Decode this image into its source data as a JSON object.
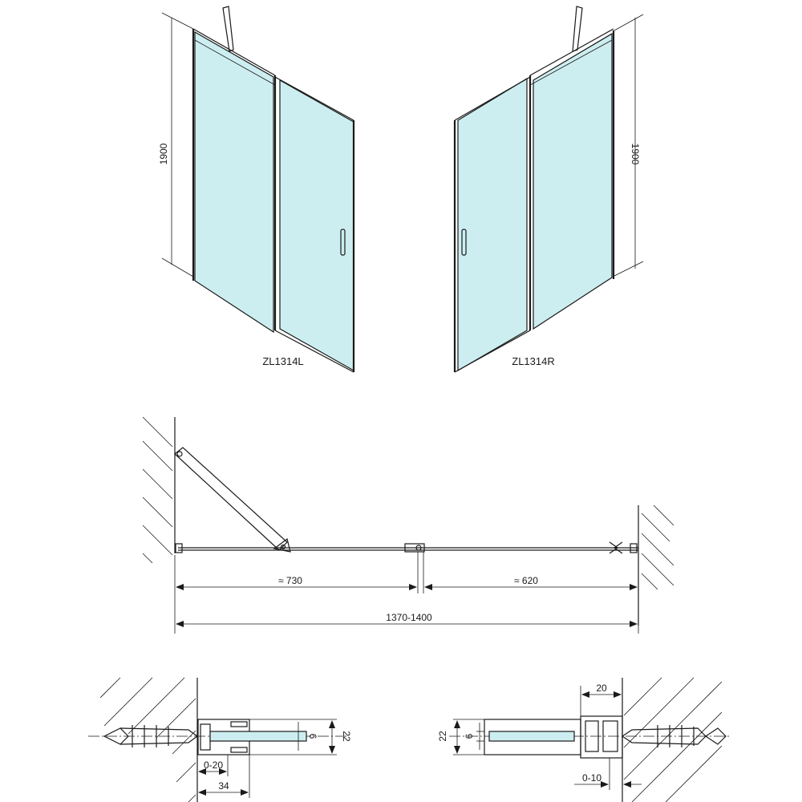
{
  "elevation_left": {
    "model": "ZL1314L",
    "height": "1900"
  },
  "elevation_right": {
    "model": "ZL1314R",
    "height": "1900"
  },
  "plan": {
    "fixed_width": "≈ 730",
    "door_width": "≈ 620",
    "total_width": "1370-1400"
  },
  "detail_left": {
    "glass": "6",
    "profile": "22",
    "adjust": "0-20",
    "depth": "34"
  },
  "detail_right": {
    "profile": "22",
    "glass": "6",
    "width": "20",
    "adjust": "0-10"
  },
  "colors": {
    "glass": "#cdeef0",
    "line": "#1a1a1a"
  }
}
